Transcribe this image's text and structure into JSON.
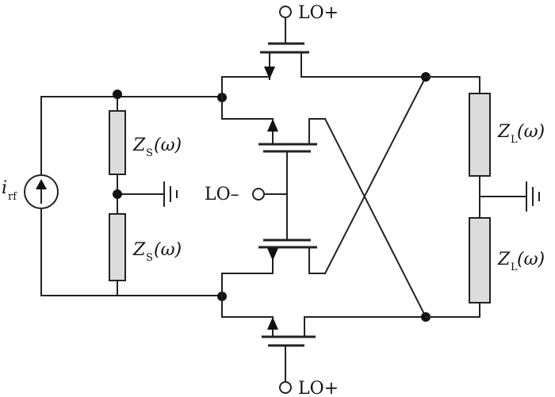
{
  "labels": {
    "lo_plus_top": "LO+",
    "lo_plus_bottom": "LO+",
    "lo_minus": "LO–",
    "source_letter": "i",
    "source_sub": "rf",
    "zs_letter": "Z",
    "zs_sub": "S",
    "zl_letter": "Z",
    "zl_sub": "L",
    "omega_arg": "(ω)"
  },
  "components": {
    "source": "current-source-icon",
    "ground": "ground-icon",
    "transistor": "transistor-icon"
  }
}
